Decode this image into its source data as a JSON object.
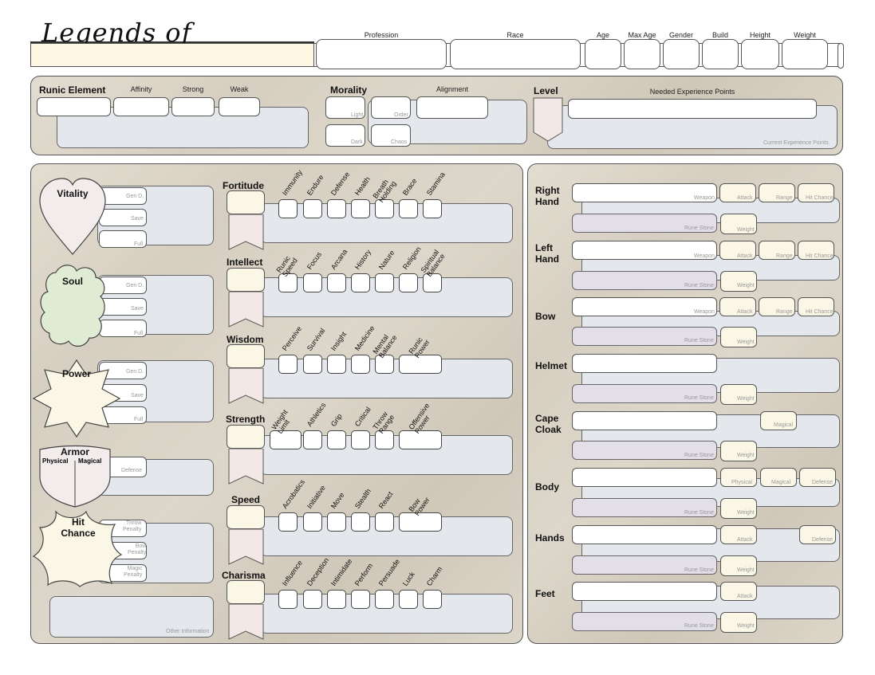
{
  "header": {
    "title": "Legends of",
    "fields": [
      "Profession",
      "Race",
      "Age",
      "Max Age",
      "Gender",
      "Build",
      "Height",
      "Weight"
    ]
  },
  "runic": {
    "title": "Runic Element",
    "labels": [
      "Affinity",
      "Strong",
      "Weak"
    ]
  },
  "morality": {
    "title": "Morality",
    "alignment": "Alignment",
    "light": "Light",
    "order": "Order",
    "dark": "Dark",
    "chaos": "Chaos"
  },
  "level": {
    "title": "Level",
    "needed": "Needed Experience Points",
    "current": "Current Experience Points"
  },
  "vitals": {
    "vitality": "Vitality",
    "soul": "Soul",
    "power": "Power",
    "armor": "Armor",
    "physical": "Physical",
    "magical": "Magical",
    "hit": "Hit",
    "chance": "Chance",
    "gen": "Gen D.",
    "save": "Save",
    "full": "Full",
    "defense": "Defense",
    "throw_penalty": [
      "Throw",
      "Penalty"
    ],
    "bow_penalty": [
      "Bow",
      "Penalty"
    ],
    "magic_penalty": [
      "Magic",
      "Penalty"
    ],
    "other": "Other Information"
  },
  "stats": [
    {
      "name": "Fortitude",
      "skills": [
        "Immunity",
        "Endure",
        "Defense",
        "Health",
        "Breath Holding",
        "Brace",
        "Stamina"
      ]
    },
    {
      "name": "Intellect",
      "skills": [
        "Runic Speed",
        "Focus",
        "Arcana",
        "History",
        "Nature",
        "Religion",
        "Spiritual Balance"
      ]
    },
    {
      "name": "Wisdom",
      "skills": [
        "Perceive",
        "Survival",
        "Insight",
        "Medicine",
        "Mental Balance",
        "Runic Power"
      ]
    },
    {
      "name": "Strength",
      "skills": [
        "Weight Limit",
        "Athletics",
        "Grip",
        "Critical",
        "Throw Range",
        "Offensive Power"
      ]
    },
    {
      "name": "Speed",
      "skills": [
        "Acrobatics",
        "Initiative",
        "Move",
        "Stealth",
        "React",
        "Bow Power"
      ]
    },
    {
      "name": "Charisma",
      "skills": [
        "Influence",
        "Deception",
        "Intimidate",
        "Perform",
        "Persuade",
        "Luck",
        "Charm"
      ]
    }
  ],
  "equipment": {
    "right_hand": [
      "Right",
      "Hand"
    ],
    "left_hand": [
      "Left",
      "Hand"
    ],
    "bow": "Bow",
    "helmet": "Helmet",
    "cape_cloak": [
      "Cape",
      "Cloak"
    ],
    "body": "Body",
    "hands": "Hands",
    "feet": "Feet",
    "weapon": "Weapon",
    "attack": "Attack",
    "range": "Range",
    "hit_chance": "Hit Chance",
    "rune_stone": "Rune Stone",
    "weight": "Weight",
    "magical": "Magical",
    "physical": "Physical",
    "defense": "Defense"
  }
}
